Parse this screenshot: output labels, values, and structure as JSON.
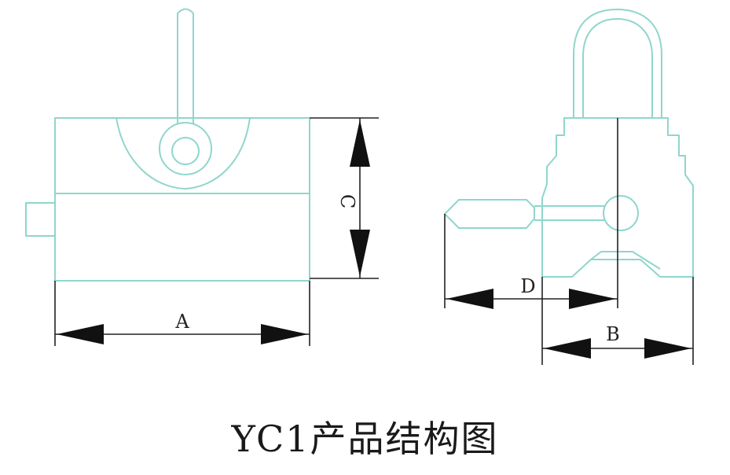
{
  "caption": "YC1产品结构图",
  "labels": {
    "a": "A",
    "b": "B",
    "c": "C",
    "d": "D"
  },
  "colors": {
    "outline": "#8fd6cc",
    "dimension": "#222222"
  }
}
